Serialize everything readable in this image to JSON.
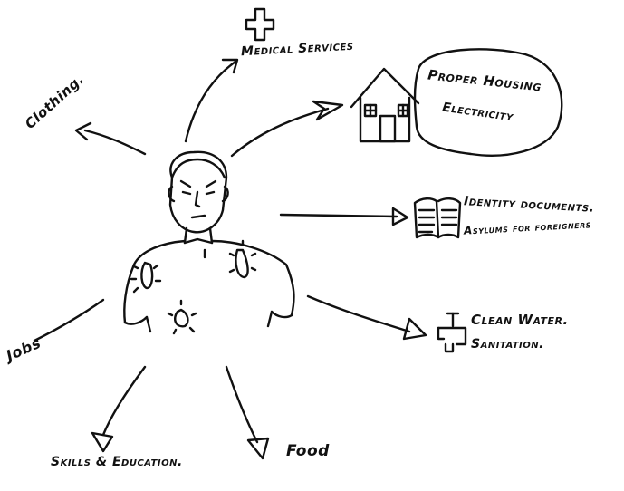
{
  "labels": {
    "medical": "Medical Services",
    "housing": "Proper Housing",
    "electricity": "Electricity",
    "clothing": "Clothing.",
    "identity": "Identity documents.",
    "asylum": "Asylums for foreigners",
    "water": "Clean Water.",
    "sanitation": "Sanitation.",
    "jobs": "Jobs",
    "skills": "Skills & Education.",
    "food": "Food"
  },
  "colors": {
    "ink": "#111111",
    "paper": "#ffffff"
  },
  "icons": [
    "medical-cross-icon",
    "house-icon",
    "documents-icon",
    "water-tap-icon"
  ]
}
